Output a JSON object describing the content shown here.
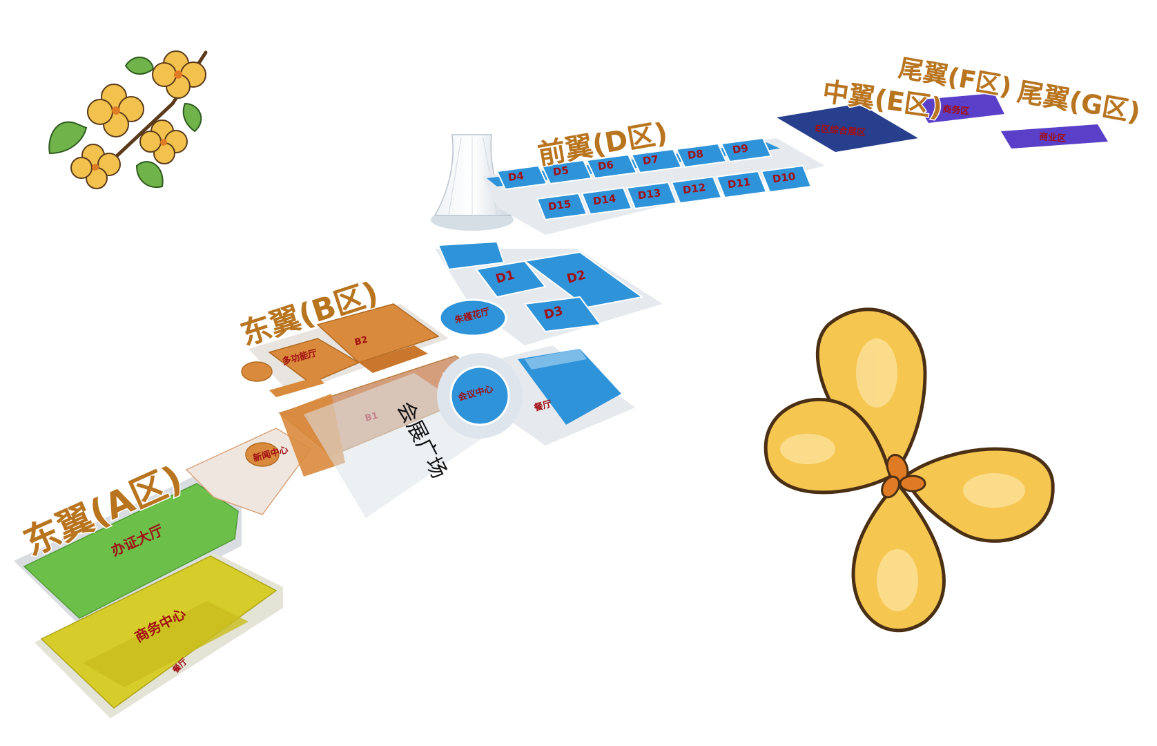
{
  "map": {
    "zones": {
      "a": "东翼(A区)",
      "b": "东翼(B区)",
      "d": "前翼(D区)",
      "e": "中翼(E区)",
      "f": "尾翼(F区)",
      "g": "尾翼(G区)"
    },
    "zone_a_labels": {
      "permit_hall": "办证大厅",
      "business_center": "商务中心",
      "restaurant": "餐厅"
    },
    "zone_b_labels": {
      "b2": "B2",
      "b1": "B1",
      "multi_hall": "多功能厅",
      "press_center": "新闻中心"
    },
    "plaza": "会展广场",
    "center_labels": {
      "conference_center": "会议中心",
      "restaurant": "餐厅",
      "garden_hall": "朱槿花厅",
      "d1": "D1",
      "d2": "D2",
      "d3": "D3"
    },
    "d_halls_row1": [
      "D4",
      "D5",
      "D6",
      "D7",
      "D8",
      "D9"
    ],
    "d_halls_row2": [
      "D15",
      "D14",
      "D13",
      "D12",
      "D11",
      "D10"
    ],
    "e_label": "E区综合展区",
    "f_label": "商务区",
    "g_label": "商业区",
    "colors": {
      "zone_a": "#6cc04a",
      "business": "#d6cc2a",
      "zone_b": "#d98a3c",
      "zone_d": "#2f93d9",
      "zone_e": "#273f8c",
      "zone_fg": "#5a3fc8",
      "title": "#b8741e",
      "hall_label": "#a10f14"
    }
  }
}
